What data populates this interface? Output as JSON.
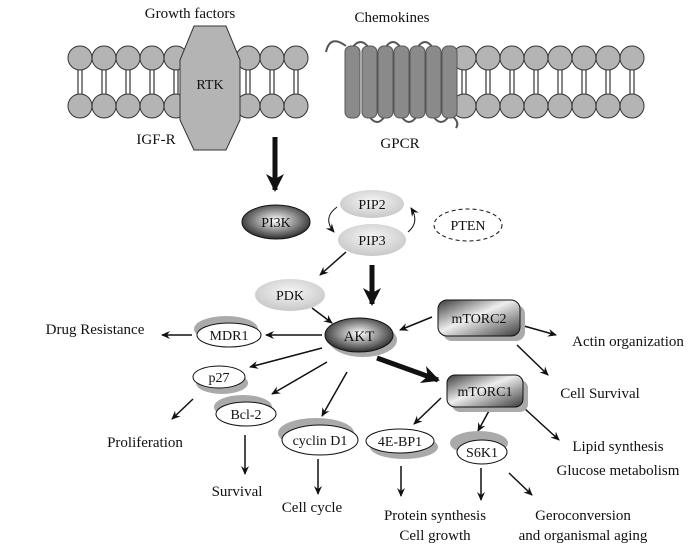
{
  "membrane": {
    "growth_factors": "Growth factors",
    "chemokines": "Chemokines",
    "rtk": "RTK",
    "igf_r": "IGF-R",
    "gpcr": "GPCR"
  },
  "nodes": {
    "pi3k": "PI3K",
    "pip2": "PIP2",
    "pip3": "PIP3",
    "pten": "PTEN",
    "pdk": "PDK",
    "akt": "AKT",
    "mtorc2": "mTORC2",
    "mtorc1": "mTORC1",
    "mdr1": "MDR1",
    "p27": "p27",
    "bcl2": "Bcl-2",
    "cyclin_d1": "cyclin D1",
    "four_ebp1": "4E-BP1",
    "s6k1": "S6K1"
  },
  "outcomes": {
    "drug_resistance": "Drug Resistance",
    "actin_organization": "Actin organization",
    "cell_survival": "Cell Survival",
    "proliferation": "Proliferation",
    "survival": "Survival",
    "cell_cycle": "Cell cycle",
    "lipid_synthesis": "Lipid synthesis",
    "glucose_metabolism": "Glucose metabolism",
    "protein_synthesis": "Protein synthesis",
    "cell_growth": "Cell growth",
    "geroconversion": "Geroconversion",
    "organismal_aging": "and organismal aging"
  },
  "colors": {
    "lipid_fill": "#b4b4b4",
    "gpcr_fill": "#8a8a8a",
    "dark_node": "#222222",
    "light_node": "#d4d4d4",
    "shadow": "#aaaaaa"
  }
}
